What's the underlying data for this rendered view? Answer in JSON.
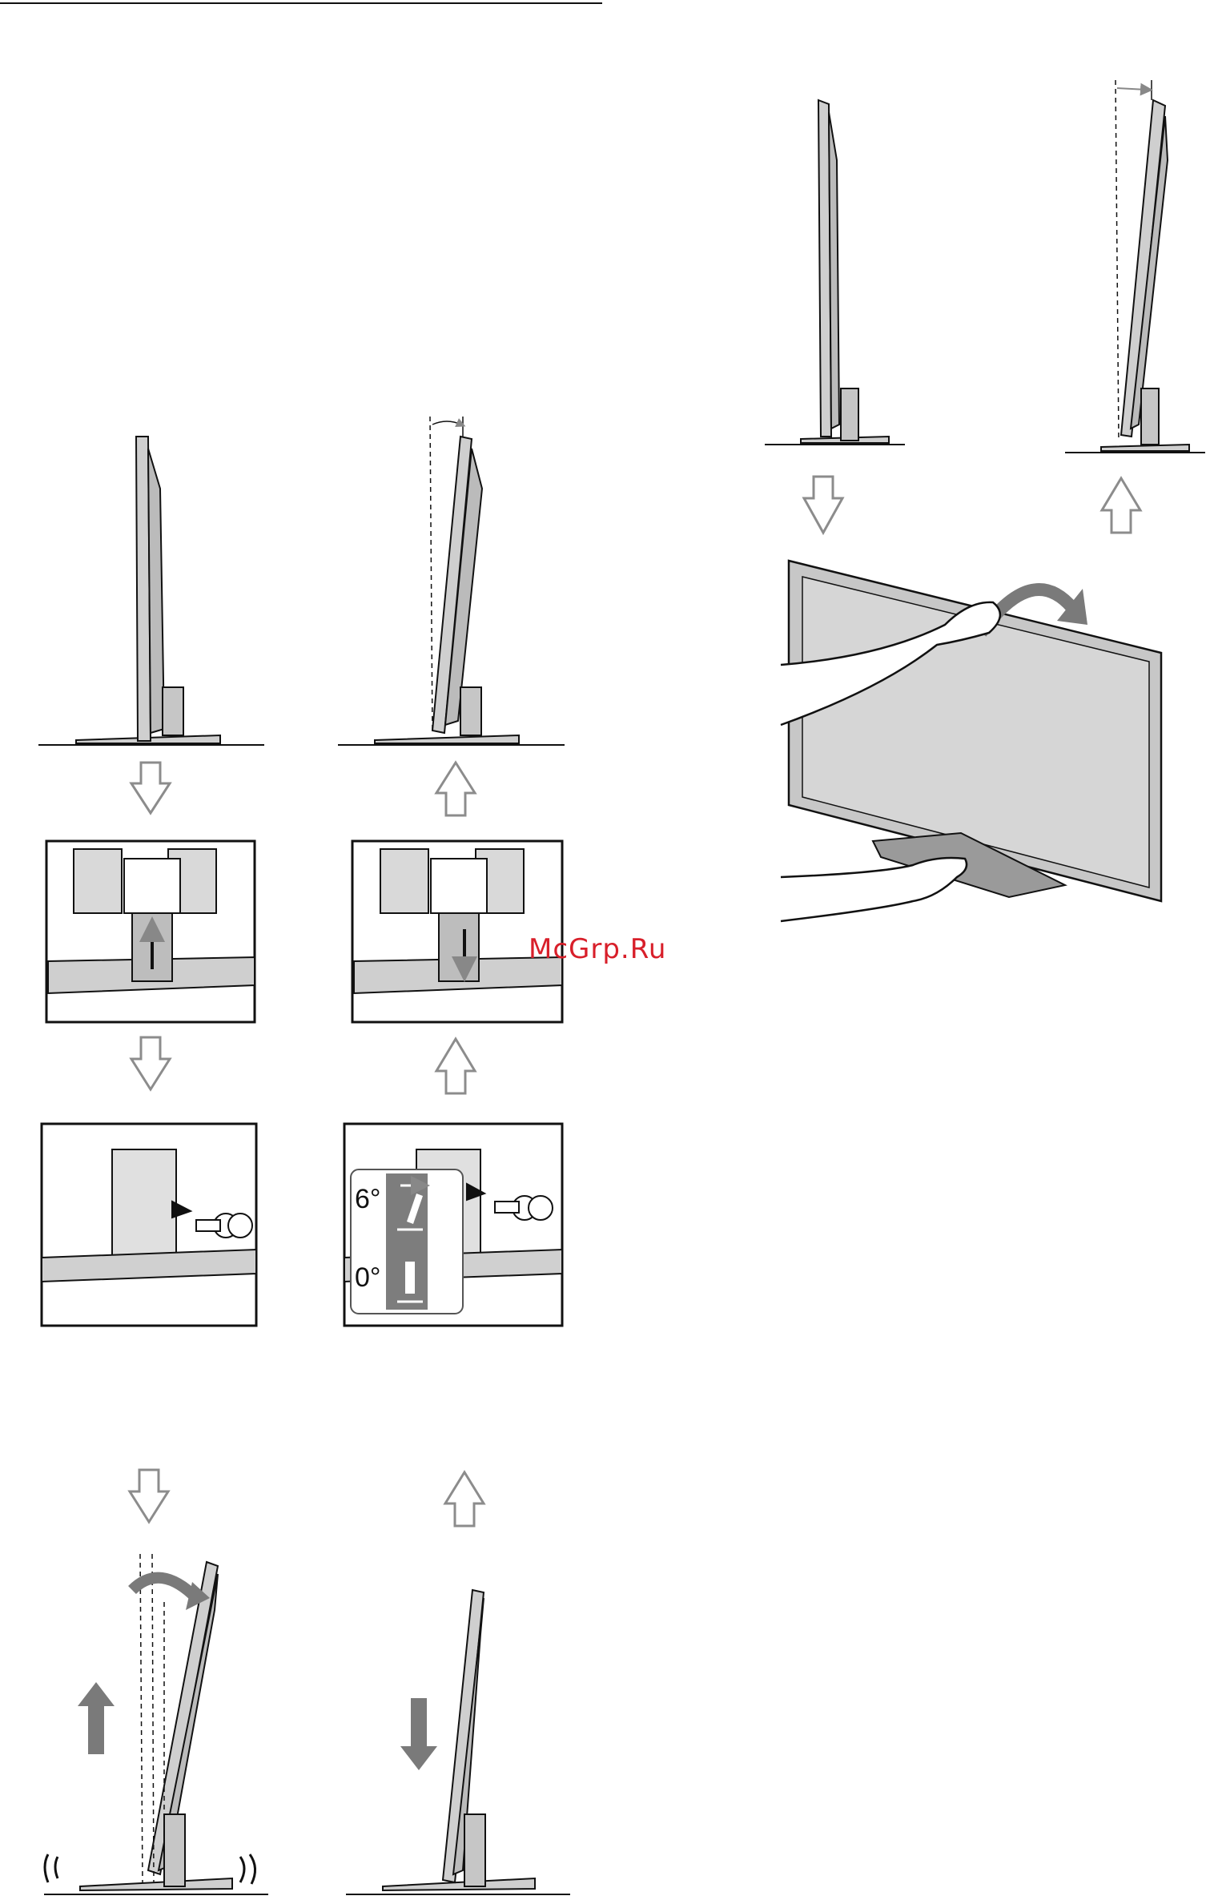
{
  "page": {
    "watermark": "McGrp.Ru"
  },
  "angle_labels": {
    "upper": "6°",
    "lower": "0°"
  },
  "colors": {
    "line": "#111111",
    "panel_fill": "#d3d3d3",
    "panel_dark": "#8a8a8a",
    "arrow_stroke": "#8c8c8c",
    "solid_arrow": "#7a7a7a",
    "watermark": "#d81f2a"
  }
}
